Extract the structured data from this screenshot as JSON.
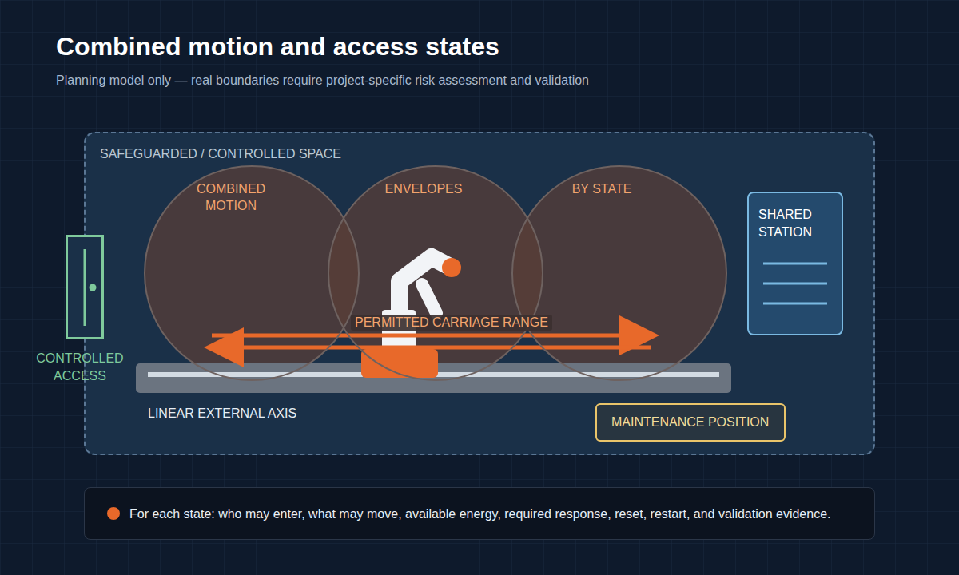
{
  "diagram": {
    "title": "Combined motion and access states",
    "caption": "Planning model only — real boundaries require project-specific risk assessment and validation",
    "nodes": [
      {
        "text": [
          "SAFEGUARDED / CONTROLLED SPACE"
        ]
      },
      {
        "text": [
          "COMBINED MOTION"
        ],
        "in": 0
      },
      {
        "text": [
          "ENVELOPES"
        ],
        "in": 0
      },
      {
        "text": [
          "BY STATE"
        ],
        "in": 0
      },
      {
        "text": [
          "SHARED STATION"
        ],
        "in": 0
      },
      {
        "text": [
          "MAINTENANCE POSITION"
        ],
        "in": 0
      },
      {
        "text": [
          "CONTROLLED ACCESS"
        ]
      },
      {
        "text": [
          "For each state: who may enter, what may move, available energy, required response, reset, restart, and validation evidence."
        ]
      }
    ],
    "labels": [
      "PERMITTED CARRIAGE RANGE",
      "LINEAR EXTERNAL AXIS"
    ]
  }
}
